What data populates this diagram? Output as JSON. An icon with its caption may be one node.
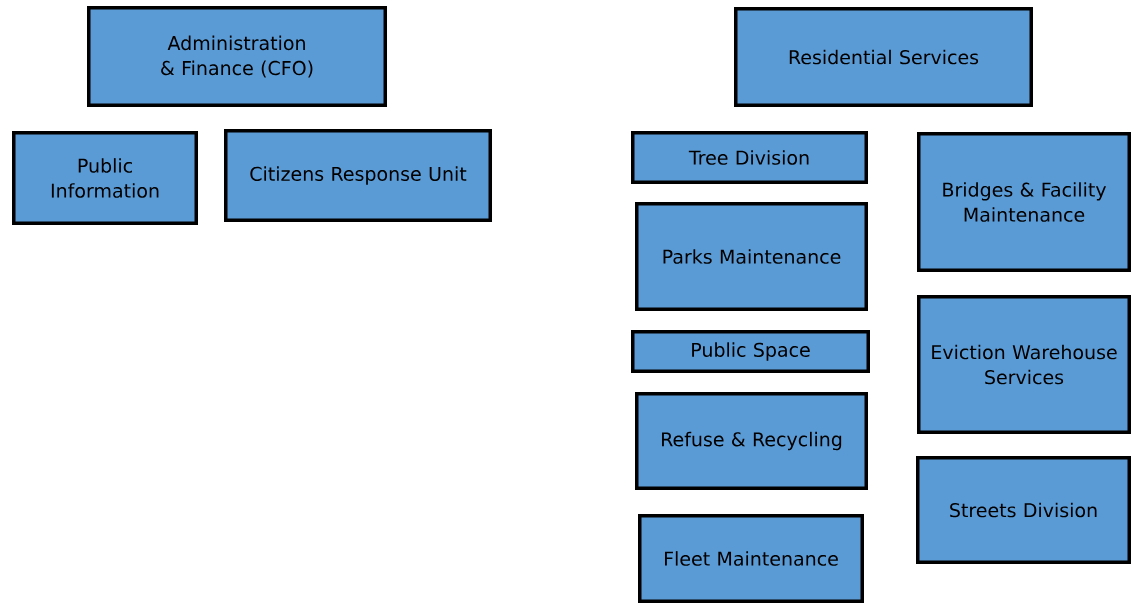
{
  "diagram": {
    "nodes": [
      {
        "text": [
          "Administration & Finance (CFO)"
        ]
      },
      {
        "text": [
          "Public Information"
        ]
      },
      {
        "text": [
          "Citizens Response Unit"
        ]
      },
      {
        "text": [
          "Residential Services"
        ]
      },
      {
        "text": [
          "Tree Division"
        ]
      },
      {
        "text": [
          "Parks Maintenance"
        ]
      },
      {
        "text": [
          "Public Space"
        ]
      },
      {
        "text": [
          "Refuse & Recycling"
        ]
      },
      {
        "text": [
          "Fleet Maintenance"
        ]
      },
      {
        "text": [
          "Bridges & Facility Maintenance"
        ]
      },
      {
        "text": [
          "Eviction Warehouse Services"
        ]
      },
      {
        "text": [
          "Streets Division"
        ]
      }
    ]
  }
}
